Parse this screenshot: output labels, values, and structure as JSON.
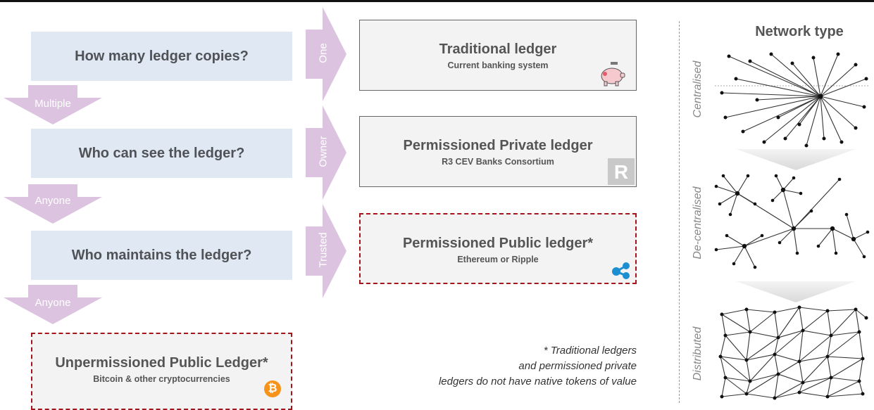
{
  "questions": {
    "q1": "How many ledger copies?",
    "q2": "Who can see the ledger?",
    "q3": "Who maintains the ledger?"
  },
  "side_answers": {
    "a1": "One",
    "a2": "Owner",
    "a3": "Trusted"
  },
  "down_answers": {
    "d1": "Multiple",
    "d2": "Anyone",
    "d3": "Anyone"
  },
  "results": {
    "traditional": {
      "title": "Traditional ledger",
      "sub": "Current banking system"
    },
    "private": {
      "title": "Permissioned Private ledger",
      "sub": "R3 CEV Banks Consortium"
    },
    "public_perm": {
      "title": "Permissioned Public ledger*",
      "sub": "Ethereum or Ripple"
    },
    "public_unperm": {
      "title": "Unpermissioned Public Ledger*",
      "sub": "Bitcoin & other cryptocurrencies"
    }
  },
  "footnote": {
    "l1": "* Traditional ledgers",
    "l2": "and permissioned private",
    "l3": "ledgers do not have native tokens of value"
  },
  "network": {
    "title": "Network type",
    "centralised": "Centralised",
    "decentralised": "De-centralised",
    "distributed": "Distributed"
  },
  "logos": {
    "r3_letter": "R",
    "bitcoin_symbol": "₿"
  },
  "colors": {
    "question_bg": "#dfe8f3",
    "arrow": "#dcc3e0",
    "dashed_border": "#a3141b",
    "bitcoin": "#f7931a",
    "ripple": "#1d8fd1"
  }
}
